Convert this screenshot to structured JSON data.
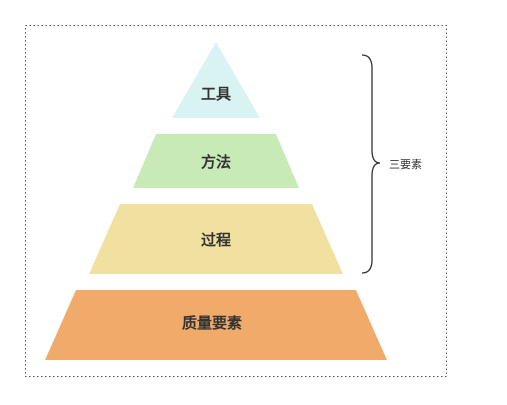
{
  "diagram": {
    "levels": [
      {
        "label": "工具",
        "color": "#d9f2f2"
      },
      {
        "label": "方法",
        "color": "#c8eab6"
      },
      {
        "label": "过程",
        "color": "#f0e1a0"
      },
      {
        "label": "质量要素",
        "color": "#f0ab6a"
      }
    ],
    "bracket_label": "三要素",
    "frame_color": "#555555",
    "text_color": "#333333"
  }
}
